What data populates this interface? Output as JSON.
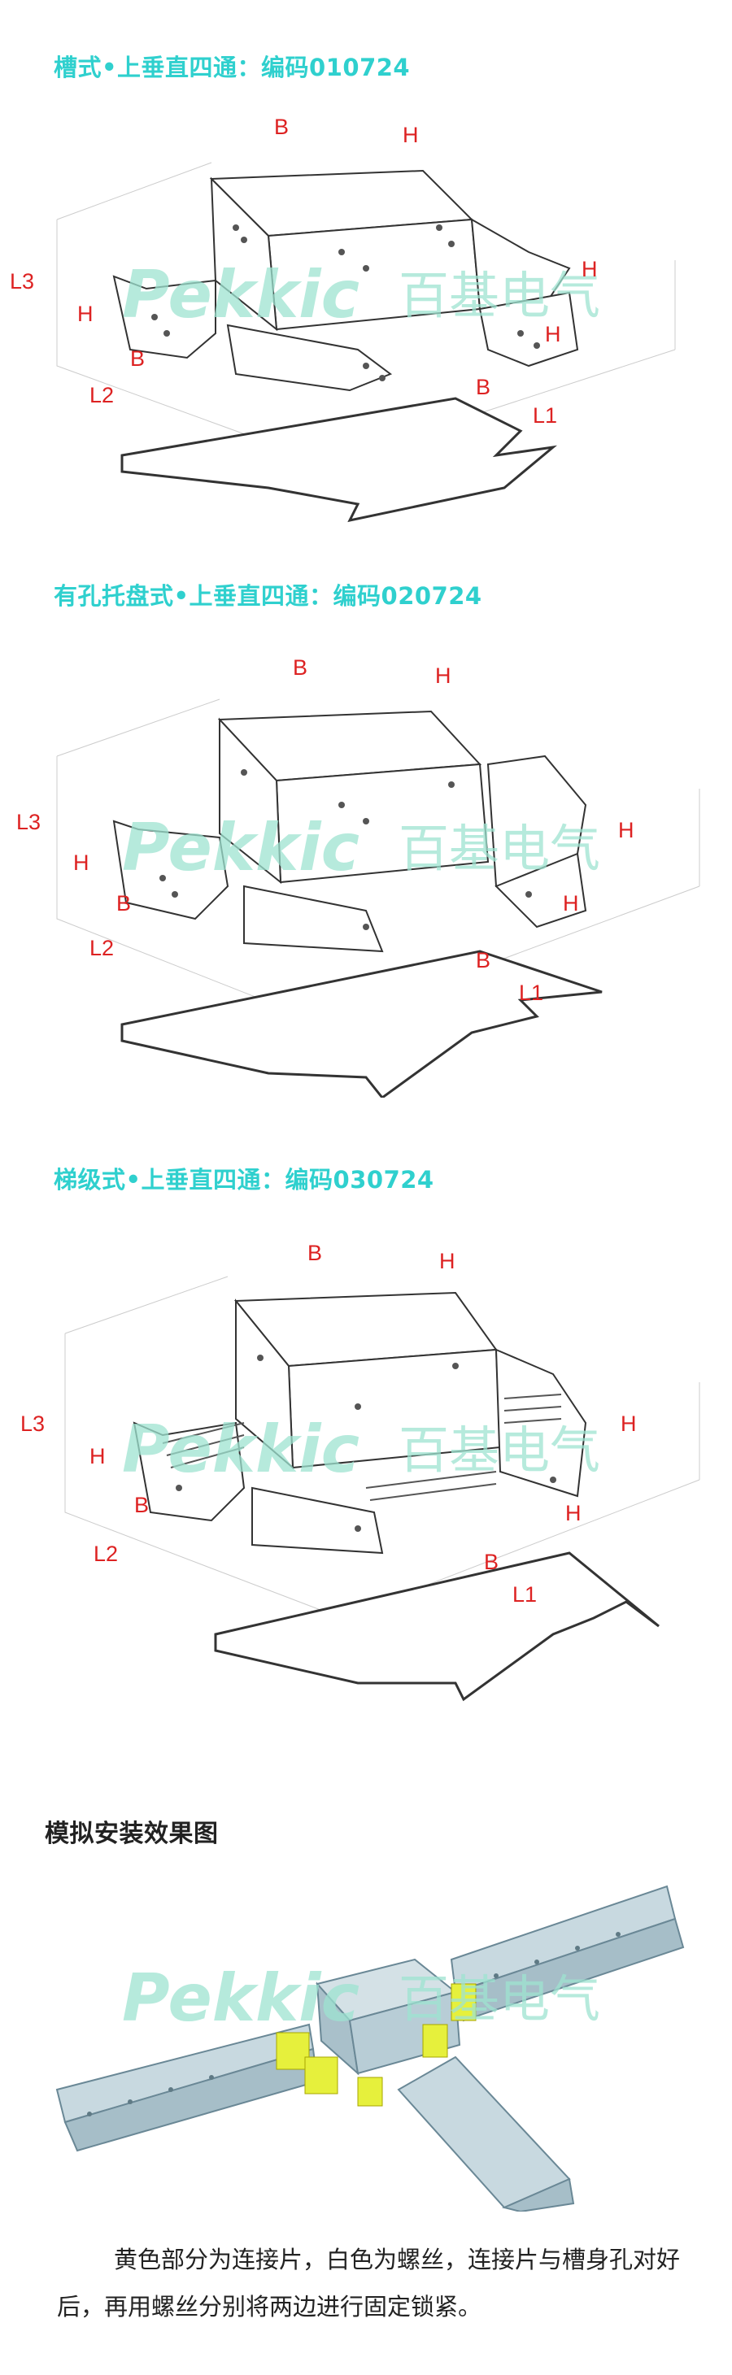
{
  "sections": [
    {
      "title": "槽式•上垂直四通：编码010724",
      "labels": {
        "b_top": "B",
        "h_top": "H",
        "l3": "L3",
        "h_left": "H",
        "b_left": "B",
        "l2": "L2",
        "h_right": "H",
        "h_right2": "H",
        "b_base": "B",
        "l1": "L1"
      }
    },
    {
      "title": "有孔托盘式•上垂直四通：编码020724",
      "labels": {
        "b_top": "B",
        "h_top": "H",
        "l3": "L3",
        "h_left": "H",
        "b_left": "B",
        "l2": "L2",
        "h_right": "H",
        "h_right2": "H",
        "b_base": "B",
        "l1": "L1"
      }
    },
    {
      "title": "梯级式•上垂直四通：编码030724",
      "labels": {
        "b_top": "B",
        "h_top": "H",
        "l3": "L3",
        "h_left": "H",
        "b_left": "B",
        "l2": "L2",
        "h_right": "H",
        "h_right2": "H",
        "b_base": "B",
        "l1": "L1"
      }
    }
  ],
  "simulation": {
    "title": "模拟安装效果图",
    "note": "黄色部分为连接片，白色为螺丝，连接片与槽身孔对好后，再用螺丝分别将两边进行固定锁紧。"
  },
  "watermark": {
    "latin": "Pekkic",
    "cn": "百基电气"
  },
  "colors": {
    "title": "#2fd0ce",
    "dimension": "#dd2222",
    "watermark": "#9de3d0",
    "connector": "#e6f03c",
    "tray": "#b9cdd6"
  }
}
